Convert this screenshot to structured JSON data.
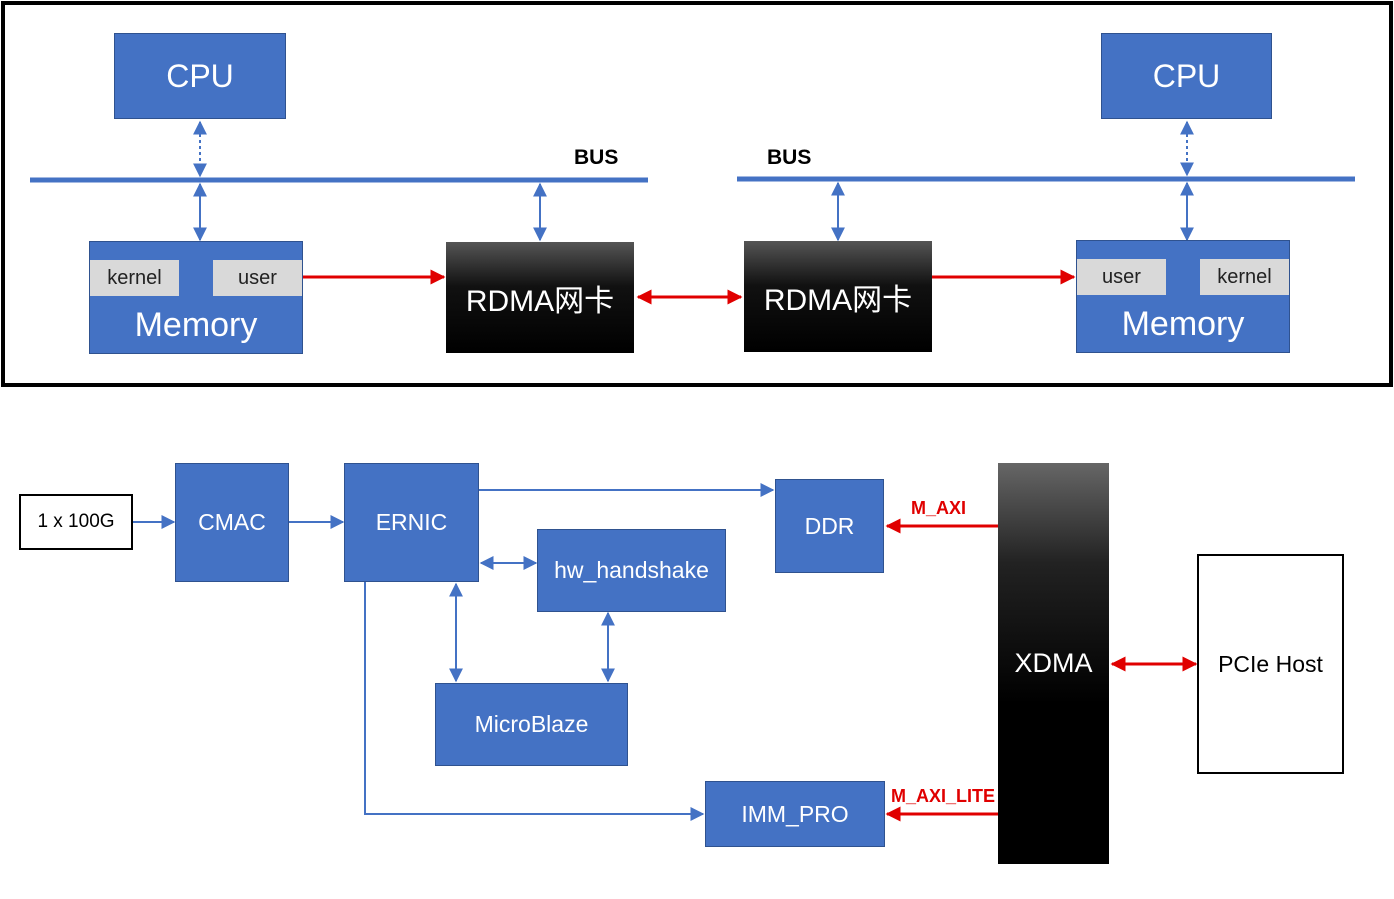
{
  "top": {
    "left_host": {
      "cpu": "CPU",
      "bus": "BUS",
      "memory": "Memory",
      "kernel": "kernel",
      "user": "user",
      "nic": "RDMA网卡"
    },
    "right_host": {
      "cpu": "CPU",
      "bus": "BUS",
      "memory": "Memory",
      "kernel": "kernel",
      "user": "user",
      "nic": "RDMA网卡"
    }
  },
  "bottom": {
    "port": "1 x 100G",
    "cmac": "CMAC",
    "ernic": "ERNIC",
    "ddr": "DDR",
    "hw_handshake": "hw_handshake",
    "microblaze": "MicroBlaze",
    "imm_pro": "IMM_PRO",
    "xdma": "XDMA",
    "pcie_host": "PCIe Host",
    "m_axi": "M_AXI",
    "m_axi_lite": "M_AXI_LITE"
  },
  "colors": {
    "block_blue": "#4472c4",
    "line_blue": "#4472c4",
    "arrow_red": "#e00000"
  }
}
